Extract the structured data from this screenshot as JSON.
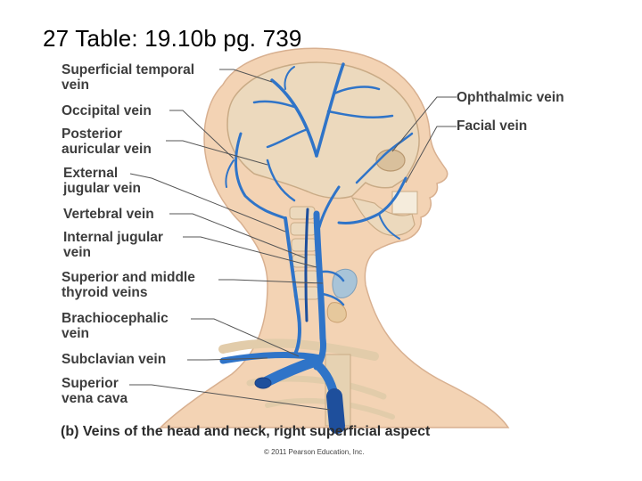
{
  "slide": {
    "title": "27  Table: 19.10b  pg. 739"
  },
  "figure": {
    "caption": "(b) Veins of the head and neck, right superficial aspect",
    "credit": "© 2011 Pearson Education, Inc.",
    "labels_left": {
      "superficial_temporal": [
        "Superficial temporal",
        "vein"
      ],
      "occipital": [
        "Occipital vein"
      ],
      "posterior_auricular": [
        "Posterior",
        "auricular vein"
      ],
      "external_jugular": [
        "External",
        "jugular vein"
      ],
      "vertebral": [
        "Vertebral vein"
      ],
      "internal_jugular": [
        "Internal jugular",
        "vein"
      ],
      "thyroid": [
        "Superior and middle",
        "thyroid veins"
      ],
      "brachiocephalic": [
        "Brachiocephalic",
        "vein"
      ],
      "subclavian": [
        "Subclavian vein"
      ],
      "svc": [
        "Superior",
        "vena cava"
      ]
    },
    "labels_right": {
      "ophthalmic": [
        "Ophthalmic vein"
      ],
      "facial": [
        "Facial vein"
      ]
    },
    "colors": {
      "skin": "#f3d3b4",
      "bone": "#ecd9bd",
      "vein": "#2f74c8",
      "vein_dark": "#1e4f9c",
      "label": "#3d3d3d"
    }
  }
}
